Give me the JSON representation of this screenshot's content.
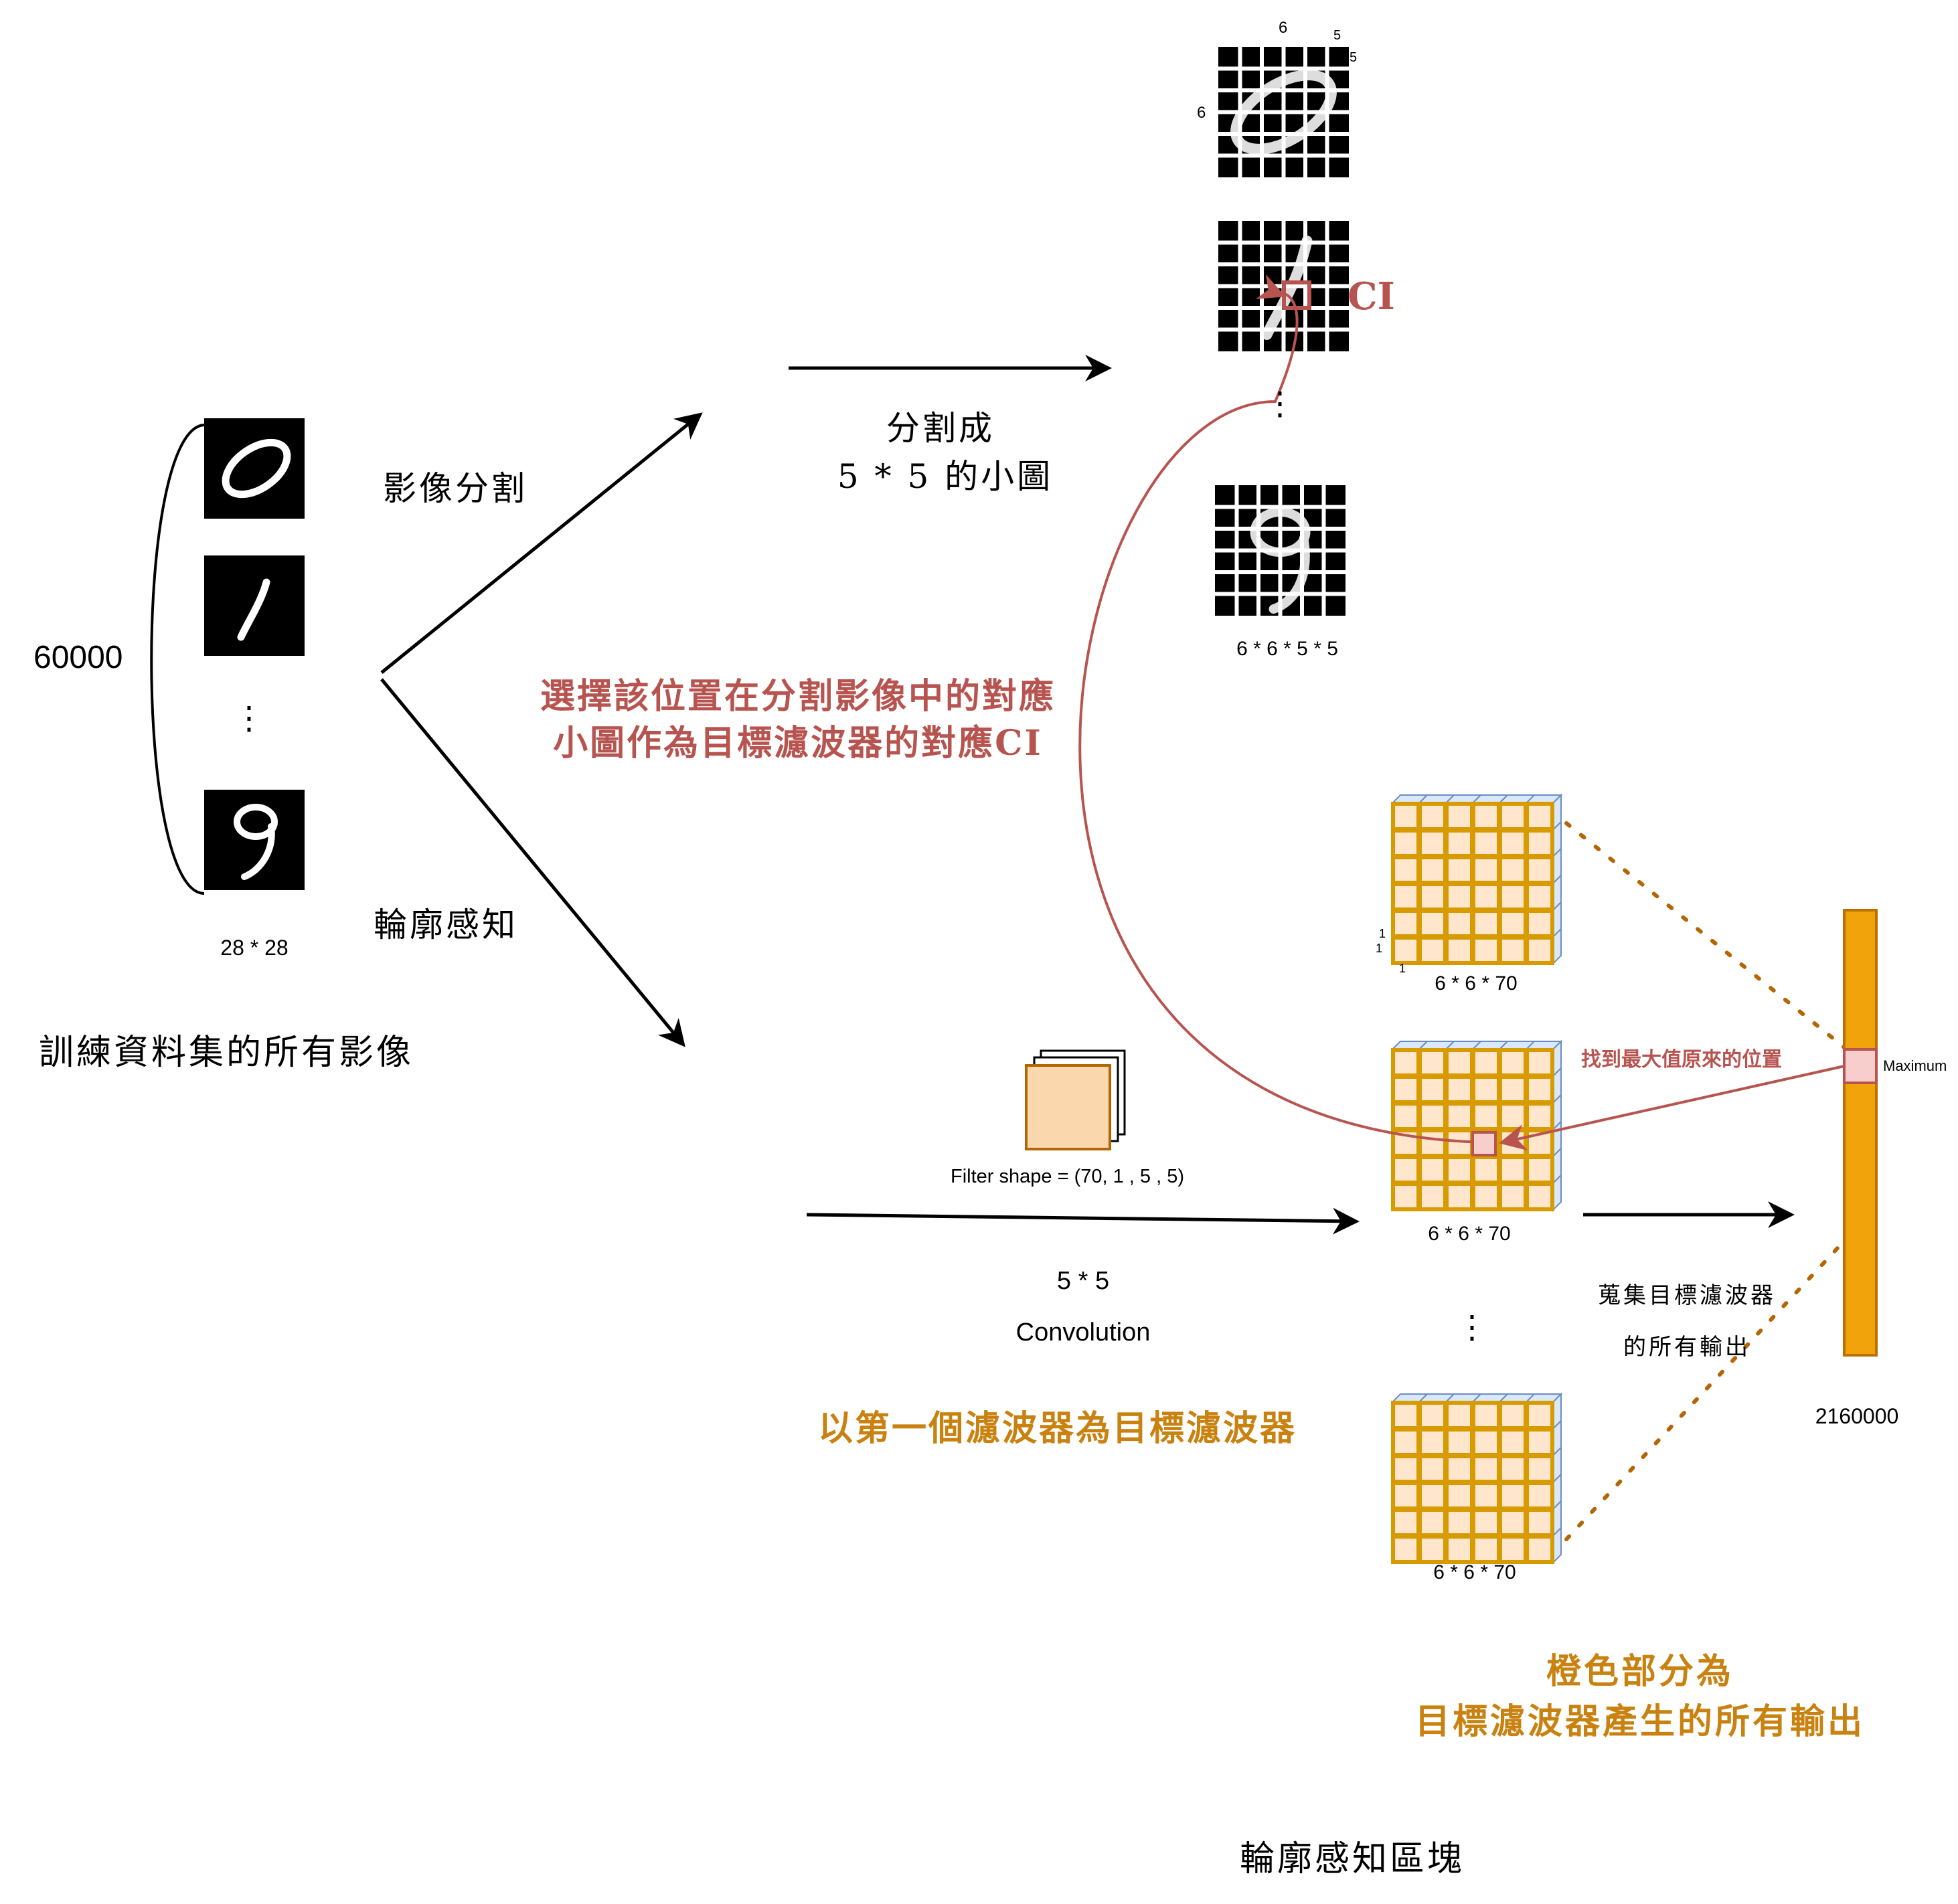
{
  "left": {
    "count_label": "60000",
    "image_size_label": "28 * 28",
    "dataset_caption": "訓練資料集的所有影像",
    "digits": [
      "0",
      "1",
      "9"
    ],
    "ellipsis": "⋮"
  },
  "branches": {
    "segmentation": "影像分割",
    "contour": "輪廓感知"
  },
  "split": {
    "line1": "分割成",
    "line2": "5 * 5 的小圖",
    "grid_total_label": "6 * 6 * 5 * 5",
    "grid_dim_top": "6",
    "grid_dim_left": "6",
    "grid_dim_corner_a": "5",
    "grid_dim_corner_b": "5",
    "ci_label": "CI",
    "ellipsis": "⋮"
  },
  "select_note": {
    "line1": "選擇該位置在分割影像中的對應",
    "line2": "小圖作為目標濾波器的對應CI"
  },
  "conv": {
    "filter_shape": "Filter shape = (70, 1 , 5 , 5)",
    "kernel": "5 * 5",
    "op": "Convolution",
    "target_note": "以第一個濾波器為目標濾波器"
  },
  "feature_maps": {
    "label_top": "6 * 6 * 70",
    "label_mid": "6 * 6 * 70",
    "label_bottom": "6 * 6 * 70",
    "ellipsis": "⋮",
    "depth_marks": [
      "1",
      "1",
      "1"
    ]
  },
  "collect": {
    "line1": "蒐集目標濾波器",
    "line2": "的所有輸出",
    "find_max": "找到最大值原來的位置",
    "maximum": "Maximum",
    "length": "2160000"
  },
  "orange_note": {
    "line1": "橙色部分為",
    "line2": "目標濾波器產生的所有輸出"
  },
  "block_title": "輪廓感知區塊",
  "colors": {
    "red": "#b85450",
    "orange_text": "#c98210",
    "cube_fill": "#ffe6cc",
    "cube_border": "#d79b00",
    "cube_side": "#dae8fc",
    "cube_side_border": "#6c8ebf",
    "bar_fill": "#f0a30a",
    "bar_border": "#bd7000",
    "highlight_fill": "#f8cecc",
    "dots": "#b46504"
  }
}
